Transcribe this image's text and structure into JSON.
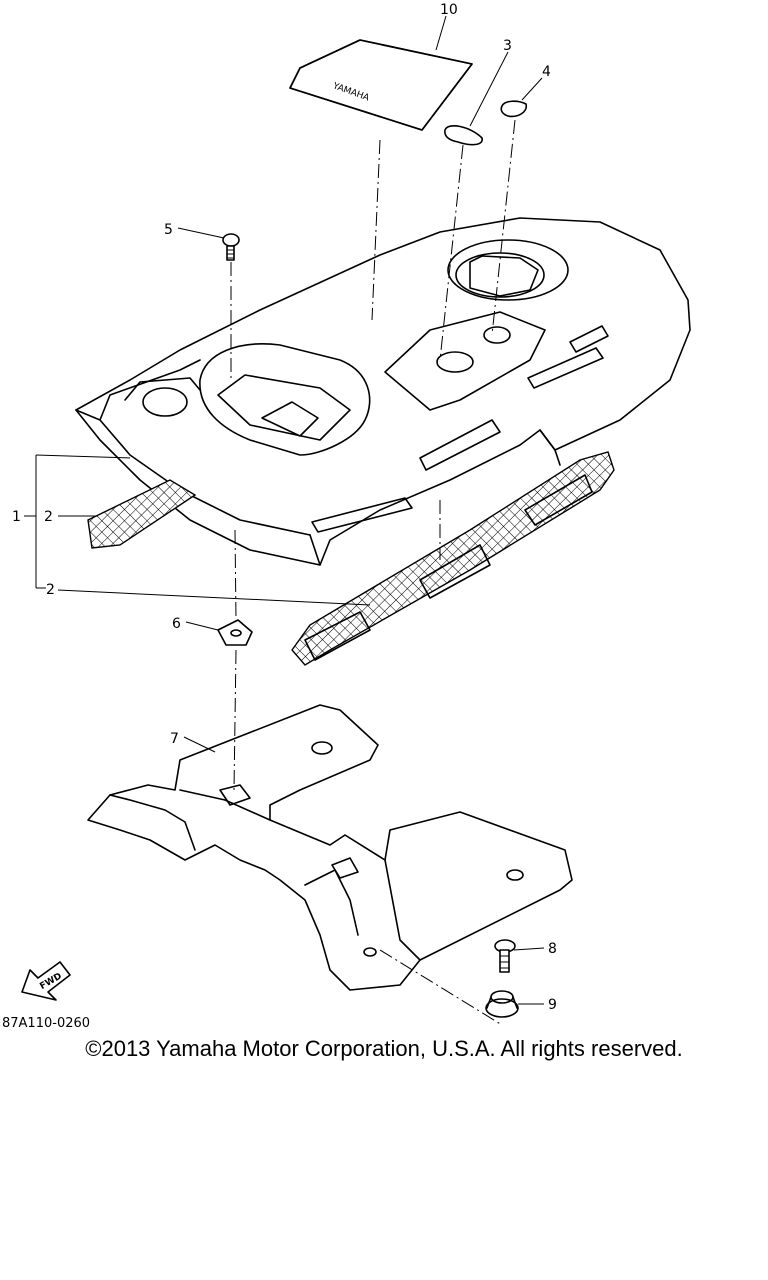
{
  "diagram": {
    "callouts": [
      "10",
      "3",
      "4",
      "5",
      "1",
      "2",
      "2",
      "6",
      "7",
      "8",
      "9"
    ],
    "fwd_label": "FWD",
    "part_code": "87A110-0260"
  },
  "footer": {
    "copyright": "©2013 Yamaha Motor Corporation, U.S.A. All rights reserved."
  }
}
